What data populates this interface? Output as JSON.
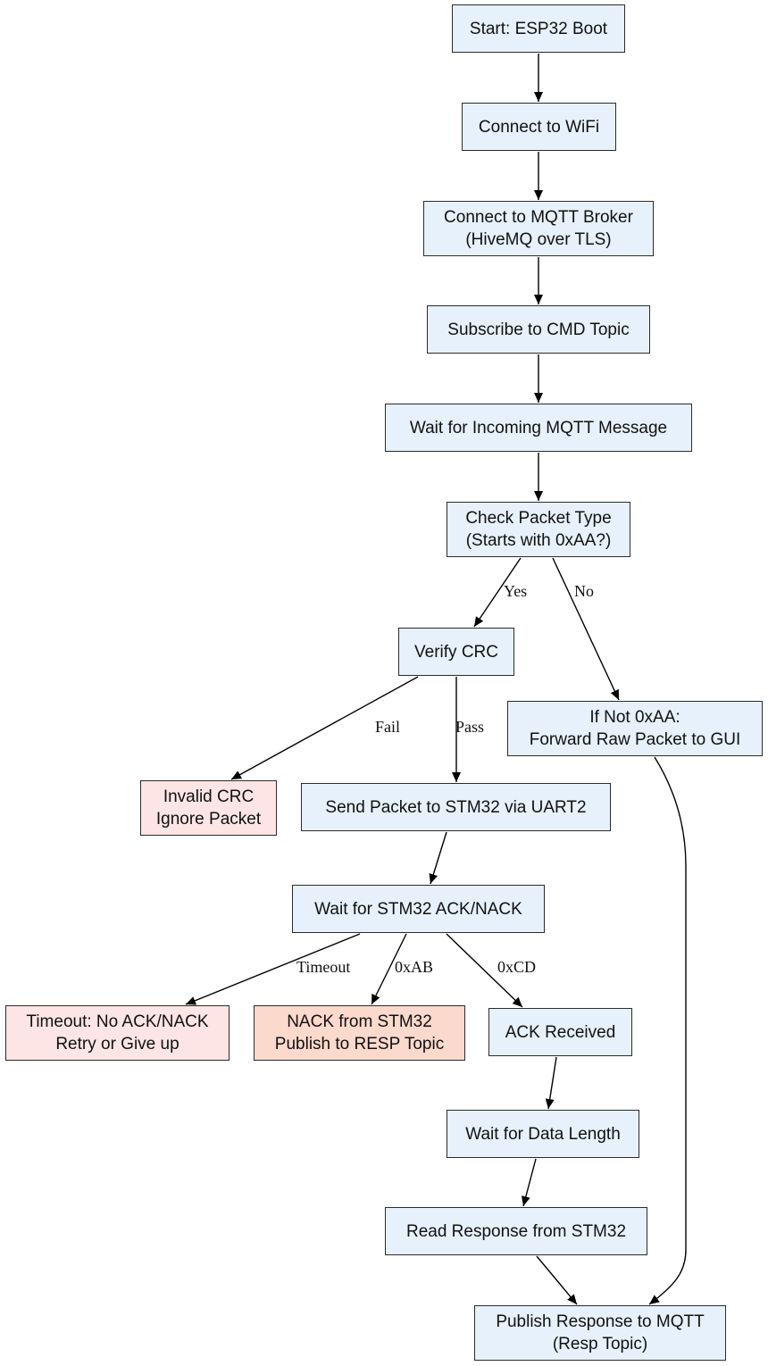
{
  "colors": {
    "default_fill": "#e6f1fb",
    "error_fill": "#fde5e5",
    "nack_fill": "#fcd9cd",
    "stroke": "#2b2b2b"
  },
  "nodes": {
    "start": {
      "lines": [
        "Start: ESP32 Boot"
      ]
    },
    "wifi": {
      "lines": [
        "Connect to WiFi"
      ]
    },
    "mqtt_connect": {
      "lines": [
        "Connect to MQTT Broker",
        "(HiveMQ over TLS)"
      ]
    },
    "subscribe": {
      "lines": [
        "Subscribe to CMD Topic"
      ]
    },
    "wait_msg": {
      "lines": [
        "Wait for Incoming MQTT Message"
      ]
    },
    "check_type": {
      "lines": [
        "Check Packet Type",
        "(Starts with 0xAA?)"
      ]
    },
    "verify_crc": {
      "lines": [
        "Verify CRC"
      ]
    },
    "forward_raw": {
      "lines": [
        "If Not 0xAA:",
        "Forward Raw Packet to GUI"
      ]
    },
    "invalid_crc": {
      "lines": [
        "Invalid CRC",
        "Ignore Packet"
      ]
    },
    "send_stm32": {
      "lines": [
        "Send Packet to STM32 via UART2"
      ]
    },
    "wait_ack": {
      "lines": [
        "Wait for STM32 ACK/NACK"
      ]
    },
    "timeout": {
      "lines": [
        "Timeout: No ACK/NACK",
        "Retry or Give up"
      ]
    },
    "nack": {
      "lines": [
        "NACK from STM32",
        "Publish to RESP Topic"
      ]
    },
    "ack": {
      "lines": [
        "ACK Received"
      ]
    },
    "wait_len": {
      "lines": [
        "Wait for Data Length"
      ]
    },
    "read_resp": {
      "lines": [
        "Read Response from STM32"
      ]
    },
    "publish": {
      "lines": [
        "Publish Response to MQTT",
        "(Resp Topic)"
      ]
    }
  },
  "edge_labels": {
    "yes": "Yes",
    "no": "No",
    "fail": "Fail",
    "pass": "Pass",
    "timeout": "Timeout",
    "nack_code": "0xAB",
    "ack_code": "0xCD"
  }
}
